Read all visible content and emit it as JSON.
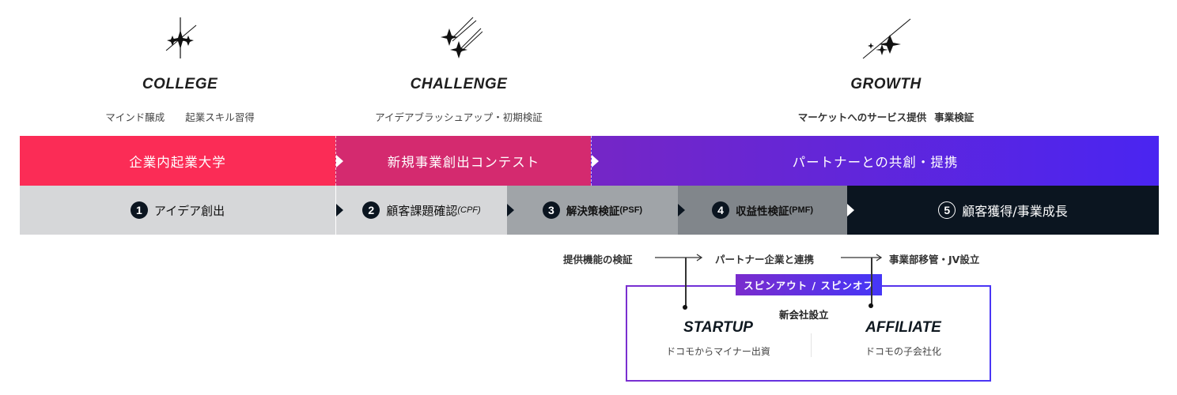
{
  "phases": [
    {
      "icon": "sparkle-cluster-icon",
      "title": "COLLEGE",
      "descriptions": [
        "マインド醸成",
        "起業スキル習得"
      ]
    },
    {
      "icon": "shooting-stars-icon",
      "title": "CHALLENGE",
      "descriptions": [
        "アイデアブラッシュアップ・初期検証"
      ]
    },
    {
      "icon": "rising-star-icon",
      "title": "GROWTH",
      "descriptions": [
        "マーケットへのサービス提供",
        "事業検証"
      ]
    }
  ],
  "programs": [
    {
      "label": "企業内起業大学",
      "color": "#fb2c56"
    },
    {
      "label": "新規事業創出コンテスト",
      "color": "#d42a6f"
    },
    {
      "label": "パートナーとの共創・提携",
      "color_start": "#7526c6",
      "color_end": "#4a25f1"
    }
  ],
  "steps": [
    {
      "number": "1",
      "label": "アイデア創出",
      "suffix": "",
      "bg": "#d6d7d9"
    },
    {
      "number": "2",
      "label": "顧客課題確認",
      "suffix": "(CPF)",
      "bg": "#d6d7d9"
    },
    {
      "number": "3",
      "label": "解決策検証",
      "suffix": "(PSF)",
      "bg": "#a0a4a8"
    },
    {
      "number": "4",
      "label": "収益性検証",
      "suffix": "(PMF)",
      "bg": "#81868b"
    },
    {
      "number": "5",
      "label": "顧客獲得/事業成長",
      "suffix": "",
      "bg": "#0b1520"
    }
  ],
  "flow": [
    "提供機能の検証",
    "パートナー企業と連携",
    "事業部移管・JV設立"
  ],
  "spinout": {
    "badge": "スピンアウト / スピンオフ",
    "subtitle": "新会社設立",
    "startup": {
      "name": "STARTUP",
      "desc": "ドコモからマイナー出資"
    },
    "affiliate": {
      "name": "AFFILIATE",
      "desc": "ドコモの子会社化"
    }
  }
}
